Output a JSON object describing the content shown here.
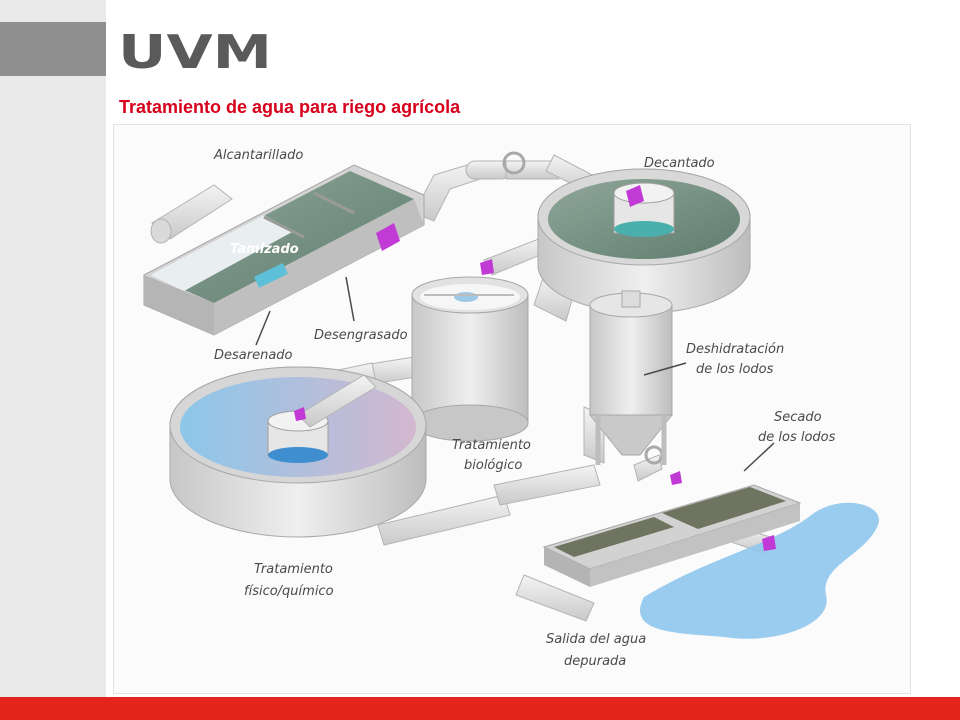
{
  "brand": {
    "logo_text": "UVM"
  },
  "slide": {
    "title": "Tratamiento de agua para riego agrícola"
  },
  "diagram": {
    "labels": {
      "alcantarillado": "Alcantarillado",
      "tamizado": "Tamizado",
      "desarenado": "Desarenado",
      "desengrasado": "Desengrasado",
      "decantado": "Decantado",
      "deshidratacion_1": "Deshidratación",
      "deshidratacion_2": "de los lodos",
      "secado_1": "Secado",
      "secado_2": "de los lodos",
      "biologico_1": "Tratamiento",
      "biologico_2": "biológico",
      "fisico_1": "Tratamiento",
      "fisico_2": "físico/químico",
      "salida_1": "Salida del agua",
      "salida_2": "depurada"
    }
  },
  "colors": {
    "accent": "#d6001c",
    "bottom_bar": "#e3251d",
    "flow_arrow": "#c23ad6",
    "sidebar": "#e9e9e9",
    "sidebar_tab": "#8f8f8f"
  }
}
